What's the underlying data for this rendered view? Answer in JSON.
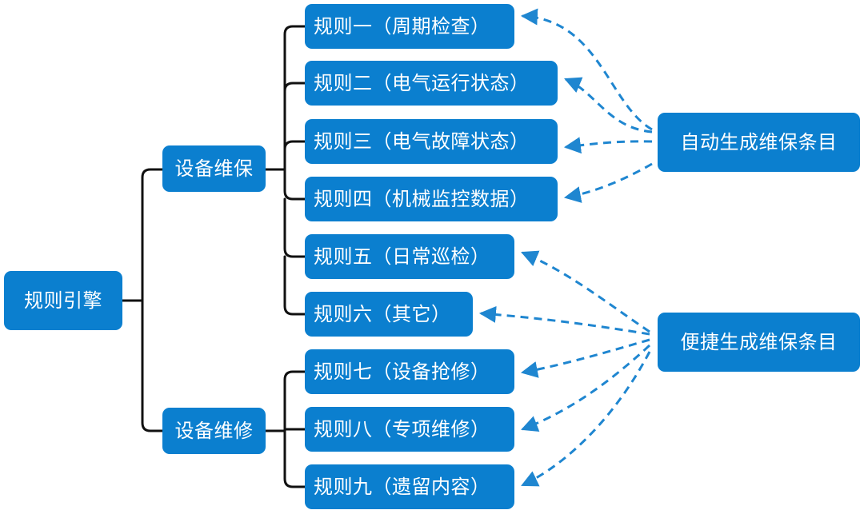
{
  "colors": {
    "node_fill": "#0b7fcf",
    "node_text": "#ffffff",
    "tree_line": "#111111",
    "arrow": "#1f86d0"
  },
  "root": {
    "label": "规则引擎"
  },
  "branches": [
    {
      "label": "设备维保",
      "rules": [
        "规则一（周期检查）",
        "规则二（电气运行状态）",
        "规则三（电气故障状态）",
        "规则四（机械监控数据）",
        "规则五（日常巡检）",
        "规则六（其它）"
      ]
    },
    {
      "label": "设备维修",
      "rules": [
        "规则七（设备抢修）",
        "规则八（专项维修）",
        "规则九（遗留内容）"
      ]
    }
  ],
  "generators": [
    {
      "label": "自动生成维保条目",
      "targets": [
        "规则一（周期检查）",
        "规则二（电气运行状态）",
        "规则三（电气故障状态）",
        "规则四（机械监控数据）"
      ]
    },
    {
      "label": "便捷生成维保条目",
      "targets": [
        "规则五（日常巡检）",
        "规则六（其它）",
        "规则七（设备抢修）",
        "规则八（专项维修）",
        "规则九（遗留内容）"
      ]
    }
  ]
}
